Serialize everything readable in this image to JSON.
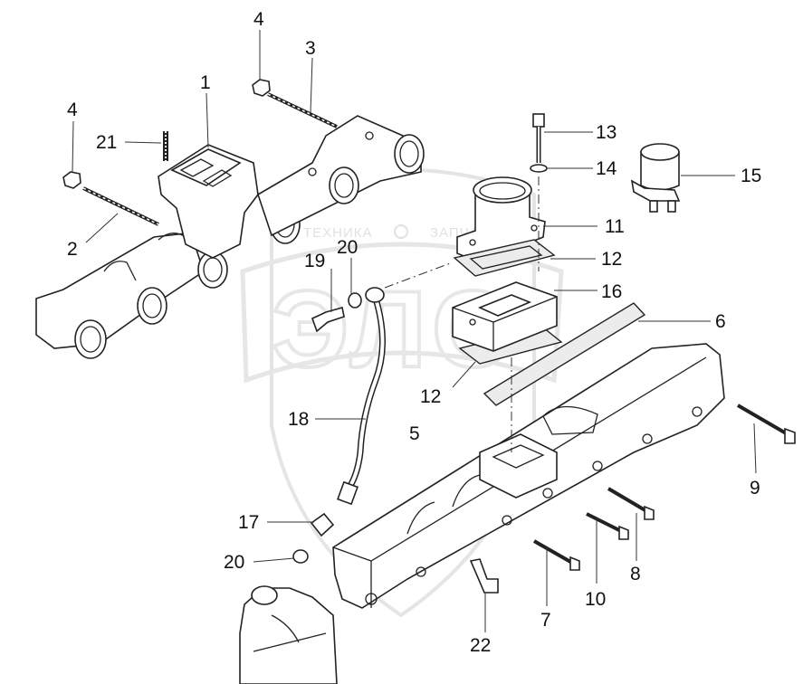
{
  "watermark": {
    "brand_left": "ТЕХНИКА",
    "brand_right": "ЗАПЧАСТИ",
    "logo_letters": "ЭЛС"
  },
  "callouts": [
    {
      "id": "callout-1",
      "label": "1"
    },
    {
      "id": "callout-2",
      "label": "2"
    },
    {
      "id": "callout-3",
      "label": "3"
    },
    {
      "id": "callout-4-top",
      "label": "4"
    },
    {
      "id": "callout-4-left",
      "label": "4"
    },
    {
      "id": "callout-5",
      "label": "5"
    },
    {
      "id": "callout-6",
      "label": "6"
    },
    {
      "id": "callout-7",
      "label": "7"
    },
    {
      "id": "callout-8",
      "label": "8"
    },
    {
      "id": "callout-9",
      "label": "9"
    },
    {
      "id": "callout-10",
      "label": "10"
    },
    {
      "id": "callout-11",
      "label": "11"
    },
    {
      "id": "callout-12-upper",
      "label": "12"
    },
    {
      "id": "callout-12-lower",
      "label": "12"
    },
    {
      "id": "callout-13",
      "label": "13"
    },
    {
      "id": "callout-14",
      "label": "14"
    },
    {
      "id": "callout-15",
      "label": "15"
    },
    {
      "id": "callout-16",
      "label": "16"
    },
    {
      "id": "callout-17",
      "label": "17"
    },
    {
      "id": "callout-18",
      "label": "18"
    },
    {
      "id": "callout-19",
      "label": "19"
    },
    {
      "id": "callout-20-upper",
      "label": "20"
    },
    {
      "id": "callout-20-lower",
      "label": "20"
    },
    {
      "id": "callout-21",
      "label": "21"
    },
    {
      "id": "callout-22",
      "label": "22"
    }
  ]
}
